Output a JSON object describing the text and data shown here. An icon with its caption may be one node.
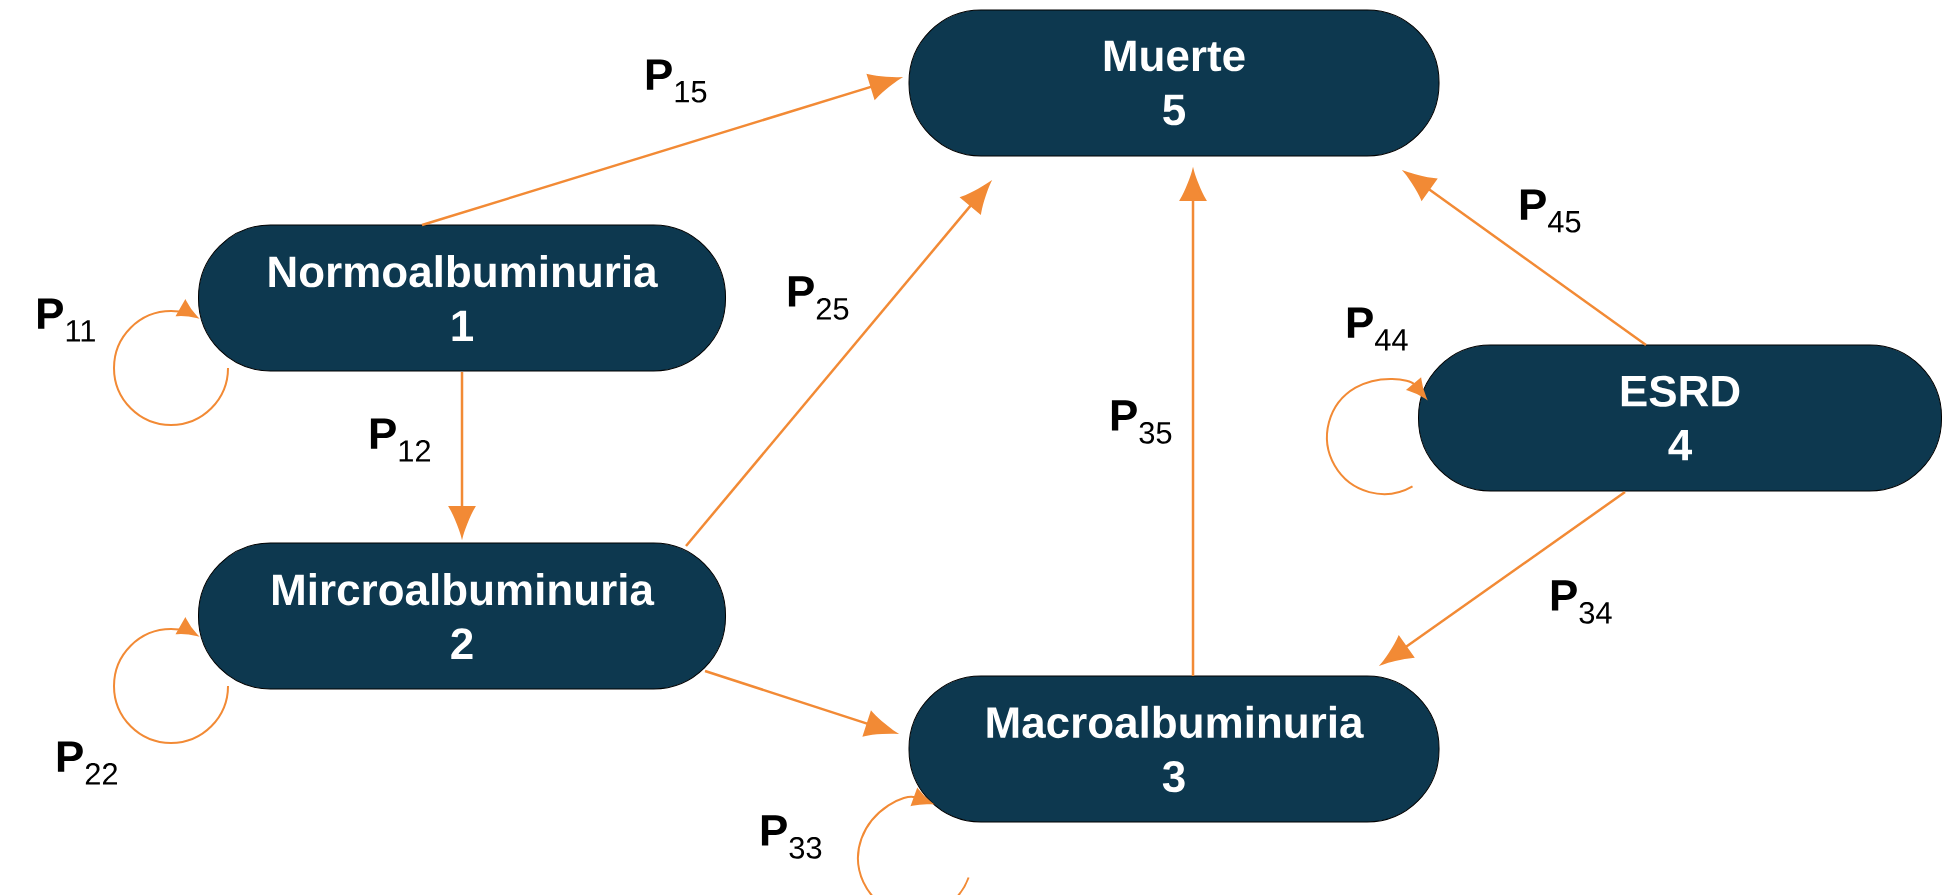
{
  "diagram": {
    "nodes": [
      {
        "text": [
          "Muerte",
          "5"
        ]
      },
      {
        "text": [
          "Normoalbuminuria",
          "1"
        ]
      },
      {
        "text": [
          "ESRD",
          "4"
        ]
      },
      {
        "text": [
          "Mircroalbuminuria",
          "2"
        ]
      },
      {
        "text": [
          "Macroalbuminuria",
          "3"
        ]
      }
    ],
    "edges": [
      {
        "from": 1,
        "to": 0,
        "arrow": "to",
        "label": "**P**$_{15}$"
      },
      {
        "from": 1,
        "to": 1,
        "arrow": "to",
        "label": "**P**$_{11}$"
      },
      {
        "from": 3,
        "to": 0,
        "arrow": "to",
        "label": "**P**$_{25}$"
      },
      {
        "from": 1,
        "to": 3,
        "arrow": "to",
        "label": "**P**$_{12}$"
      },
      {
        "from": 4,
        "to": 0,
        "arrow": "to",
        "label": "**P**$_{35}$"
      },
      {
        "from": 2,
        "to": 0,
        "arrow": "to",
        "label": "**P**$_{45}$"
      },
      {
        "from": 2,
        "to": 2,
        "arrow": "to",
        "label": "**P**$_{44}$"
      },
      {
        "from": 2,
        "to": 4,
        "arrow": "to",
        "label": "**P**$_{34}$"
      },
      {
        "from": 3,
        "to": 3,
        "arrow": "to",
        "label": "**P**$_{22}$"
      },
      {
        "from": 3,
        "to": 4,
        "arrow": "to"
      },
      {
        "from": 4,
        "to": 4,
        "arrow": "to",
        "label": "**P**$_{33}$"
      }
    ]
  }
}
